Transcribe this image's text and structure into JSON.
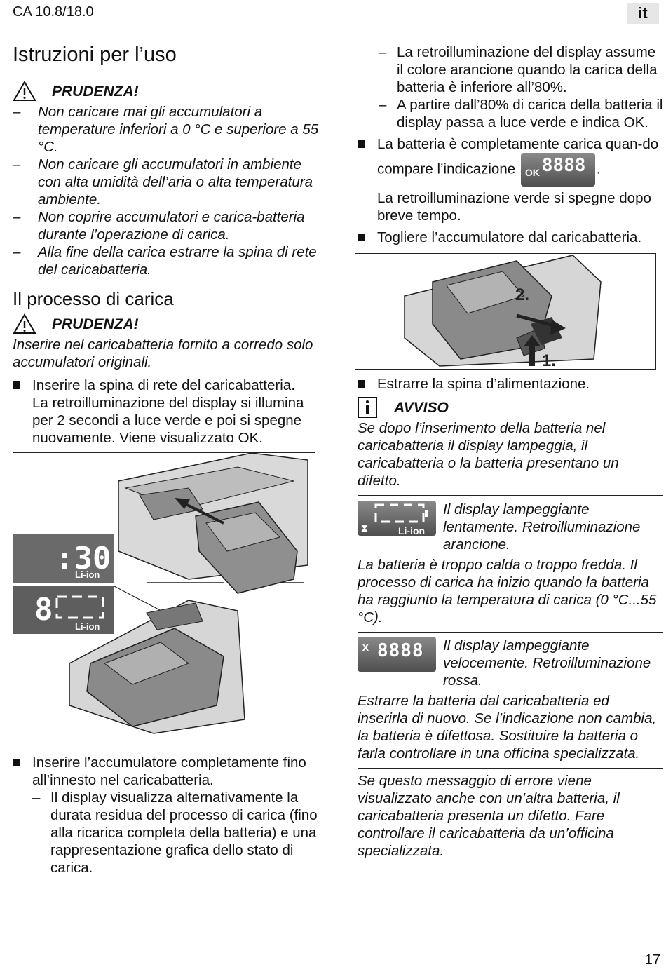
{
  "header": {
    "model": "CA 10.8/18.0",
    "lang": "it"
  },
  "left": {
    "title": "Istruzioni per l’uso",
    "warning1_label": "PRUDENZA!",
    "warning1_items": [
      "Non caricare mai gli accumulatori a temperature inferiori a 0 °C e superiore a 55 °C.",
      "Non caricare gli accumulatori in ambiente con alta umidità dell’aria o alta temperatura ambiente.",
      "Non coprire accumulatori e carica-batteria durante l’operazione di carica.",
      "Alla fine della carica estrarre la spina di rete del caricabatteria."
    ],
    "section2_title": "Il processo di carica",
    "warning2_label": "PRUDENZA!",
    "warning2_text": "Inserire nel caricabatteria fornito a corredo solo accumulatori originali.",
    "step1": "Inserire la spina di rete del caricabatteria.",
    "step1_detail": "La retroilluminazione del display si illumina per 2 secondi a luce verde e poi si spegne nuovamente. Viene visualizzato OK.",
    "figure_display1": ":30",
    "figure_display2": "8",
    "figure_liion": "Li-ion",
    "step2": "Inserire l’accumulatore completamente fino all’innesto nel caricabatteria.",
    "step2_sub": "Il display visualizza alternativamente la durata residua del processo di carica (fino alla ricarica completa della batteria) e una rappresentazione grafica dello stato di carica."
  },
  "right": {
    "sub_items": [
      "La retroilluminazione del display assume il colore arancione quando la carica della batteria è inferiore all’80%.",
      "A partire dall’80% di carica della batteria il display passa a luce verde e indica OK."
    ],
    "bullet_full_a": "La batteria è completamente carica quan-do compare l’indicazione",
    "bullet_full_b": ".",
    "ok_lcd_label": "OK",
    "ok_lcd_digits": "8888",
    "bullet_full_detail": "La retroilluminazione verde si spegne dopo breve tempo.",
    "bullet_remove": "Togliere l’accumulatore dal caricabatteria.",
    "fig2_step2": "2.",
    "fig2_step1": "1.",
    "bullet_unplug": "Estrarre la spina d’alimentazione.",
    "note_label": "AVVISO",
    "note_text": "Se dopo l’inserimento della batteria nel caricabatteria il display lampeggia, il caricabatteria o la batteria presentano un difetto.",
    "code1_lcd_label": "Li-ion",
    "code1_desc": "Il display lampeggiante lentamente. Retroilluminazione arancione.",
    "code1_text": "La batteria è troppo calda o troppo fredda. Il processo di carica ha inizio quando la batteria ha raggiunto la temperatura di carica (0 °C...55 °C).",
    "code2_lcd_label": "X",
    "code2_lcd_digits": "8888",
    "code2_desc": "Il display lampeggiante velocemente. Retroilluminazione rossa.",
    "code2_text": "Estrarre la batteria dal caricabatteria ed inserirla di nuovo. Se l’indicazione non cambia, la batteria è difettosa. Sostituire la batteria o farla controllare in una officina specializzata.",
    "code3_text": "Se questo messaggio di errore viene visualizzato anche con un’altra batteria, il caricabatteria presenta un difetto. Fare controllare il caricabatteria da un’officina specializzata."
  },
  "footer": {
    "page": "17"
  }
}
